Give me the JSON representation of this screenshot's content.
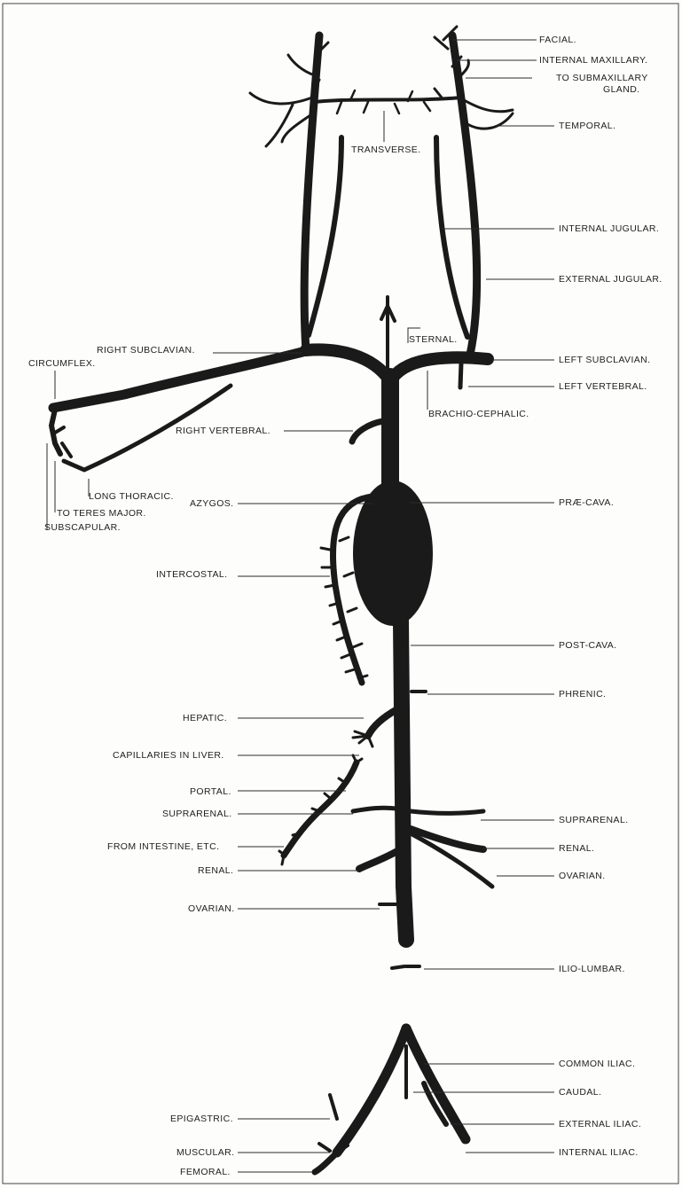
{
  "colors": {
    "vessel": "#1a1a1a",
    "leader": "#2b2b2b",
    "text": "#1e1e1e",
    "paper": "#fdfdfb"
  },
  "labels": {
    "facial": "FACIAL.",
    "internal_maxillary": "INTERNAL MAXILLARY.",
    "to_submaxillary_1": "TO SUBMAXILLARY",
    "to_submaxillary_2": "GLAND.",
    "temporal": "TEMPORAL.",
    "transverse": "TRANSVERSE.",
    "internal_jugular": "INTERNAL JUGULAR.",
    "external_jugular": "EXTERNAL JUGULAR.",
    "sternal": "STERNAL.",
    "right_subclavian": "RIGHT SUBCLAVIAN.",
    "circumflex": "CIRCUMFLEX.",
    "left_subclavian": "LEFT SUBCLAVIAN.",
    "left_vertebral": "LEFT VERTEBRAL.",
    "brachio_cephalic": "BRACHIO-CEPHALIC.",
    "right_vertebral": "RIGHT VERTEBRAL.",
    "long_thoracic": "LONG THORACIC.",
    "azygos": "AZYGOS.",
    "to_teres_major": "TO TERES MAJOR.",
    "subscapular": "SUBSCAPULAR.",
    "prae_cava": "PRÆ-CAVA.",
    "intercostal": "INTERCOSTAL.",
    "post_cava": "POST-CAVA.",
    "phrenic": "PHRENIC.",
    "hepatic": "HEPATIC.",
    "capillaries_in_liver": "CAPILLARIES IN LIVER.",
    "portal": "PORTAL.",
    "suprarenal_left": "SUPRARENAL.",
    "suprarenal_right": "SUPRARENAL.",
    "from_intestine": "FROM INTESTINE, ETC.",
    "renal_left": "RENAL.",
    "renal_right": "RENAL.",
    "ovarian_right": "OVARIAN.",
    "ovarian_left": "OVARIAN.",
    "ilio_lumbar": "ILIO-LUMBAR.",
    "common_iliac": "COMMON ILIAC.",
    "caudal": "CAUDAL.",
    "epigastric": "EPIGASTRIC.",
    "external_iliac": "EXTERNAL ILIAC.",
    "muscular": "MUSCULAR.",
    "internal_iliac": "INTERNAL ILIAC.",
    "femoral": "FEMORAL."
  }
}
